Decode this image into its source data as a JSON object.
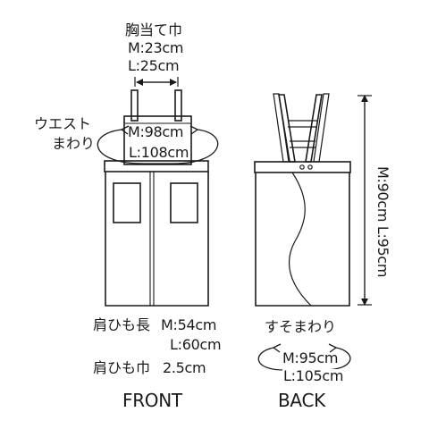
{
  "front": {
    "label": "FRONT",
    "bib_width": {
      "title": "胸当て巾",
      "m": "M:23cm",
      "l": "L:25cm"
    },
    "waist": {
      "title_line1": "ウエスト",
      "title_line2": "まわり",
      "m": "M:98cm",
      "l": "L:108cm"
    },
    "strap_length": {
      "title": "肩ひも長",
      "m": "M:54cm",
      "l": "L:60cm"
    },
    "strap_width": {
      "title": "肩ひも巾",
      "value": "2.5cm"
    }
  },
  "back": {
    "label": "BACK",
    "length": {
      "text": "M:90cm L:95cm"
    },
    "hem": {
      "title": "すそまわり",
      "m": "M:95cm",
      "l": "L:105cm"
    }
  }
}
